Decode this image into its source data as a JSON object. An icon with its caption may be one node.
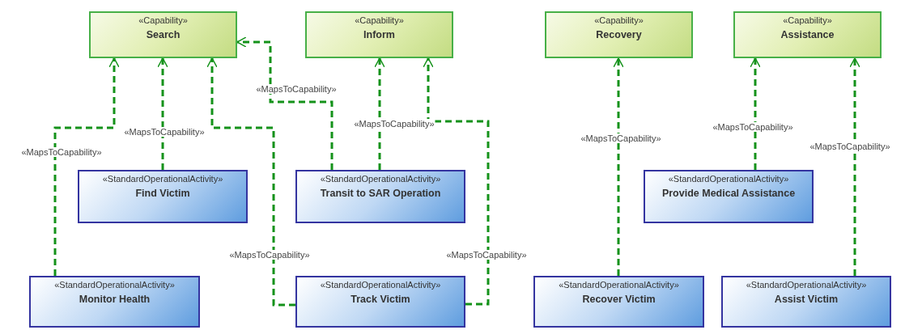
{
  "diagram": {
    "nodes": [
      {
        "text": [
          "«Capability»",
          "Search"
        ]
      },
      {
        "text": [
          "«Capability»",
          "Inform"
        ]
      },
      {
        "text": [
          "«Capability»",
          "Recovery"
        ]
      },
      {
        "text": [
          "«Capability»",
          "Assistance"
        ]
      },
      {
        "text": [
          "«StandardOperationalActivity»",
          "Find Victim"
        ]
      },
      {
        "text": [
          "«StandardOperationalActivity»",
          "Transit to SAR Operation"
        ]
      },
      {
        "text": [
          "«StandardOperationalActivity»",
          "Provide Medical Assistance"
        ]
      },
      {
        "text": [
          "«StandardOperationalActivity»",
          "Monitor Health"
        ]
      },
      {
        "text": [
          "«StandardOperationalActivity»",
          "Track Victim"
        ]
      },
      {
        "text": [
          "«StandardOperationalActivity»",
          "Recover Victim"
        ]
      },
      {
        "text": [
          "«StandardOperationalActivity»",
          "Assist Victim"
        ]
      }
    ],
    "edges": [
      {
        "from": 7,
        "to": 0,
        "arrow": "to",
        "label": "«MapsToCapability»",
        "style": "dashed"
      },
      {
        "from": 4,
        "to": 0,
        "arrow": "to",
        "label": "«MapsToCapability»",
        "style": "dashed"
      },
      {
        "from": 8,
        "to": 0,
        "arrow": "to",
        "label": "«MapsToCapability»",
        "style": "dashed"
      },
      {
        "from": 5,
        "to": 0,
        "arrow": "to",
        "label": "«MapsToCapability»",
        "style": "dashed"
      },
      {
        "from": 5,
        "to": 1,
        "arrow": "to",
        "label": "«MapsToCapability»",
        "style": "dashed"
      },
      {
        "from": 8,
        "to": 1,
        "arrow": "to",
        "label": "«MapsToCapability»",
        "style": "dashed"
      },
      {
        "from": 9,
        "to": 2,
        "arrow": "to",
        "label": "«MapsToCapability»",
        "style": "dashed"
      },
      {
        "from": 6,
        "to": 3,
        "arrow": "to",
        "label": "«MapsToCapability»",
        "style": "dashed"
      },
      {
        "from": 10,
        "to": 3,
        "arrow": "to",
        "label": "«MapsToCapability»",
        "style": "dashed"
      }
    ]
  }
}
